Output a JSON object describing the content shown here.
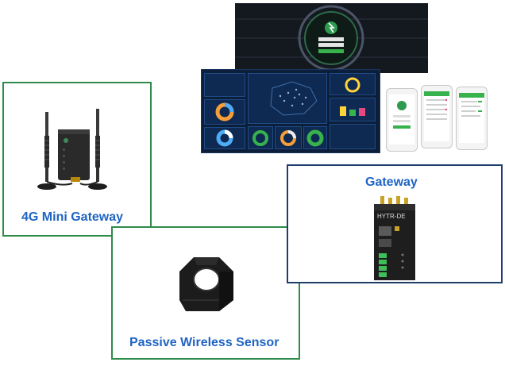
{
  "products": {
    "mini_gateway": {
      "label": "4G Mini Gateway"
    },
    "gateway": {
      "label": "Gateway",
      "device_text": "HYTR-DE"
    },
    "sensor": {
      "label": "Passive Wireless Sensor"
    }
  },
  "colors": {
    "label_blue": "#1f64c4",
    "frame_green": "#2e8b4a",
    "frame_navy": "#1f3d6b",
    "dashboard_bg": "#0c1e3a",
    "login_bg": "#141820"
  },
  "icons": [
    "antenna-icon",
    "router-icon",
    "din-rail-gateway-icon",
    "current-clamp-icon",
    "dashboard-screenshot",
    "login-screenshot",
    "mobile-app-screenshot"
  ]
}
